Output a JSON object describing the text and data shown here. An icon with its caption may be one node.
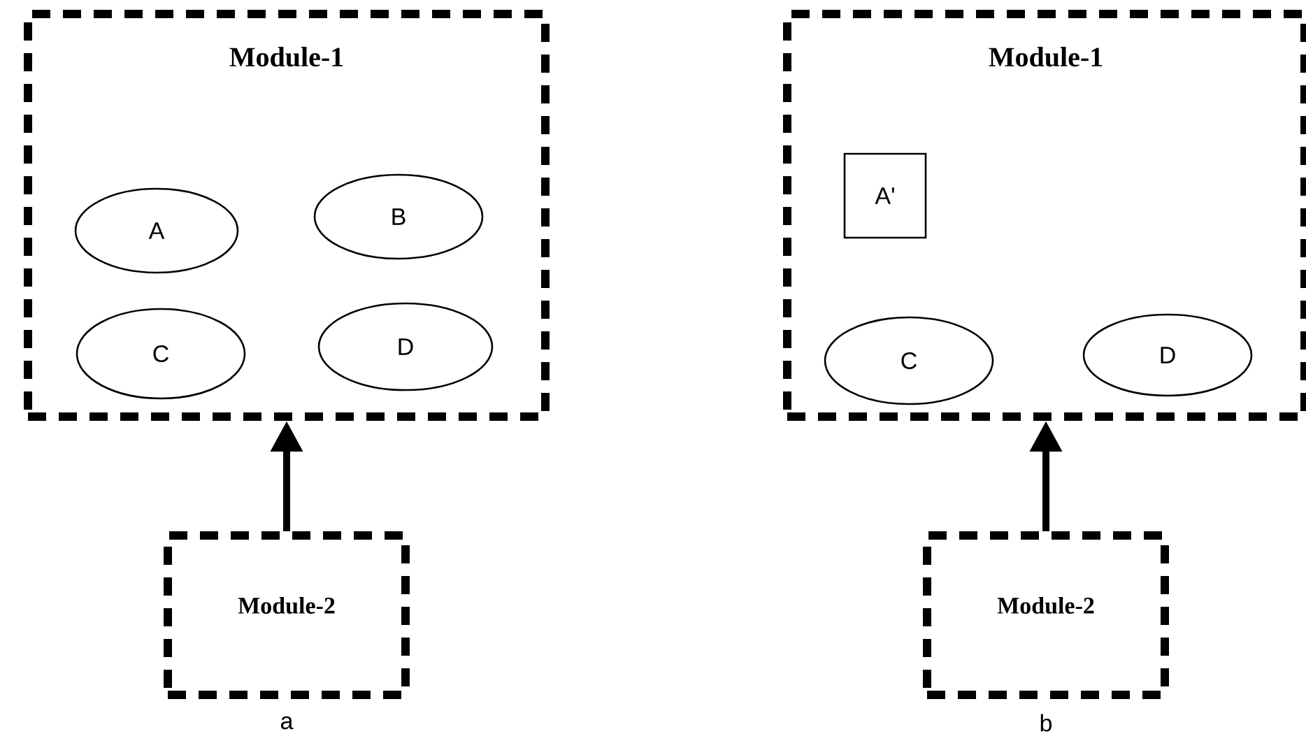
{
  "diagram": {
    "nodes": [
      {
        "text": [
          "Module-1"
        ]
      },
      {
        "text": [
          "A"
        ],
        "in": 0
      },
      {
        "text": [
          "B"
        ],
        "in": 0
      },
      {
        "text": [
          "C"
        ],
        "in": 0
      },
      {
        "text": [
          "D"
        ],
        "in": 0
      },
      {
        "text": [
          "Module-2"
        ]
      },
      {
        "text": [
          "Module-1"
        ]
      },
      {
        "text": [
          "A'"
        ],
        "in": 6
      },
      {
        "text": [
          "C"
        ],
        "in": 6
      },
      {
        "text": [
          "D"
        ],
        "in": 6
      },
      {
        "text": [
          "Module-2"
        ]
      }
    ],
    "edges": [
      {
        "from": 5,
        "to": 0,
        "arrow": "to"
      },
      {
        "from": 10,
        "to": 6,
        "arrow": "to"
      }
    ],
    "labels": [
      "a",
      "b"
    ]
  }
}
